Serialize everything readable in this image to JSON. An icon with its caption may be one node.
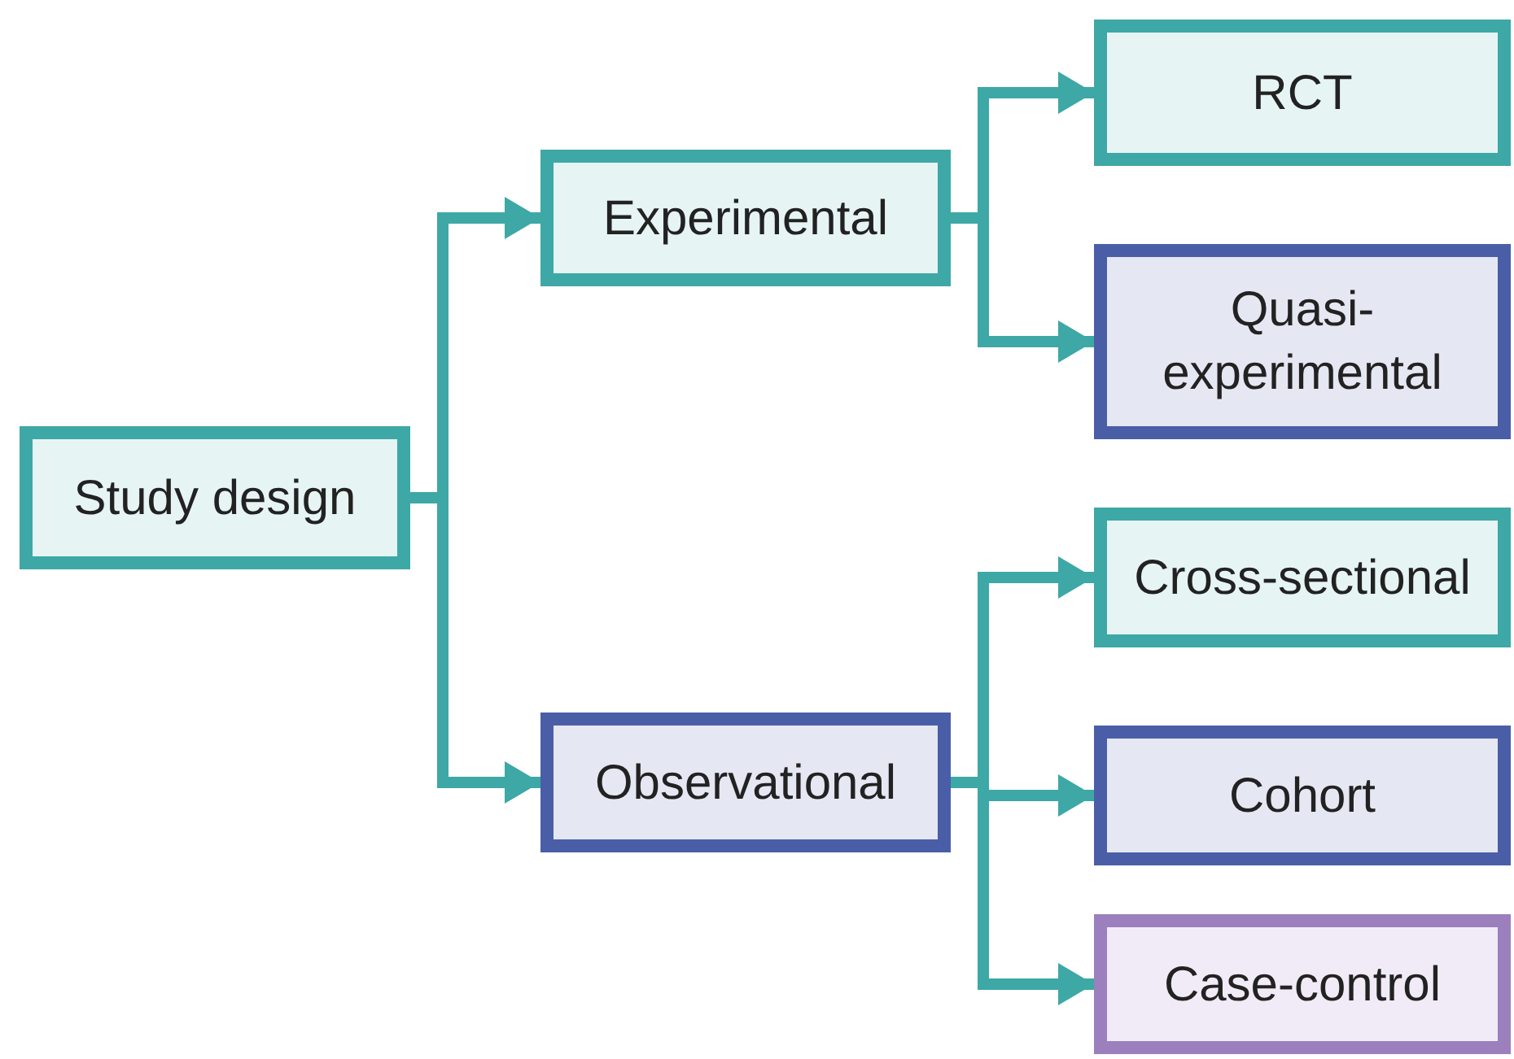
{
  "diagram": {
    "nodes": [
      {
        "text": [
          "Study design"
        ]
      },
      {
        "text": [
          "Experimental"
        ]
      },
      {
        "text": [
          "Observational"
        ]
      },
      {
        "text": [
          "RCT"
        ]
      },
      {
        "text": [
          "Quasi- experimental"
        ]
      },
      {
        "text": [
          "Cross-sectional"
        ]
      },
      {
        "text": [
          "Cohort"
        ]
      },
      {
        "text": [
          "Case-control"
        ]
      }
    ],
    "edges": [
      {
        "from": 0,
        "to": 1,
        "arrow": "to"
      },
      {
        "from": 0,
        "to": 2,
        "arrow": "to"
      },
      {
        "from": 1,
        "to": 3,
        "arrow": "to"
      },
      {
        "from": 1,
        "to": 4,
        "arrow": "to"
      },
      {
        "from": 2,
        "to": 5,
        "arrow": "to"
      },
      {
        "from": 2,
        "to": 6,
        "arrow": "to"
      },
      {
        "from": 2,
        "to": 7,
        "arrow": "to"
      }
    ]
  }
}
